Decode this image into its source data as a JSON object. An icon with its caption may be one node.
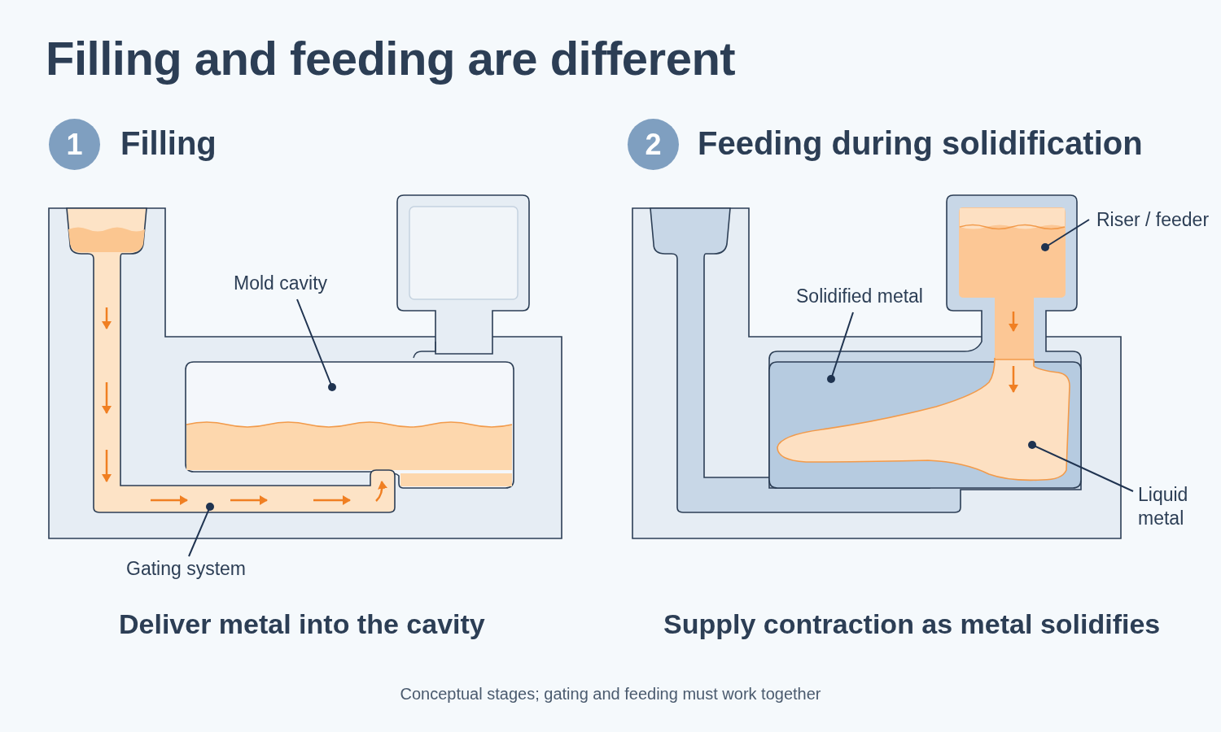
{
  "diagram": {
    "title": "Filling and feeding are different",
    "caption": "Conceptual stages; gating and feeding must work together",
    "nodes": [
      {
        "text": [
          "1"
        ],
        "beside": [
          "Filling"
        ]
      },
      {
        "text": [
          "2"
        ],
        "beside": [
          "Feeding during solidification"
        ]
      },
      {
        "text": [
          "Mold cavity"
        ]
      },
      {
        "text": [],
        "shape": "box"
      },
      {
        "text": [
          "Gating system"
        ]
      },
      {
        "text": [],
        "shape": "bar"
      },
      {
        "text": [
          "Solidified metal"
        ]
      },
      {
        "text": [],
        "shape": "box"
      },
      {
        "text": [
          "Riser / feeder"
        ]
      },
      {
        "text": [],
        "shape": "box"
      },
      {
        "text": [
          "Liquid metal"
        ]
      },
      {
        "text": [],
        "shape": "cloud"
      }
    ],
    "edges": [
      {
        "from": 2,
        "to": 3,
        "arrow": "other"
      },
      {
        "from": 4,
        "to": 5,
        "arrow": "other"
      },
      {
        "from": 6,
        "to": 7,
        "arrow": "other"
      },
      {
        "from": 8,
        "to": 9,
        "arrow": "other"
      },
      {
        "from": 10,
        "to": 11,
        "arrow": "other"
      }
    ],
    "labels": [
      "Deliver metal into the cavity",
      "Supply contraction as metal solidifies"
    ]
  }
}
